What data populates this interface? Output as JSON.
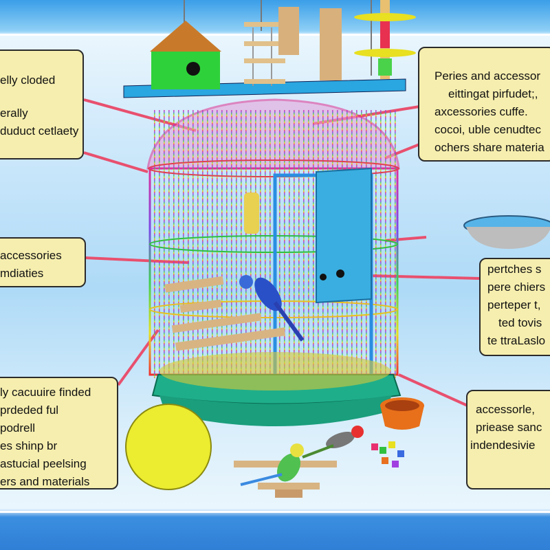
{
  "callouts": {
    "top_left": [
      "elly cloded",
      "",
      "erally",
      "duduct cetlaety ·"
    ],
    "top_right": [
      "Peries and accessor",
      "eittingat pirfudet;,",
      "axcessories cuffe.",
      "cocoi, uble cenudtec",
      "ochers share materia"
    ],
    "mid_left": [
      "accessories",
      "mdiaties"
    ],
    "mid_right": [
      "pertches  s",
      "pere chiers",
      "perteper  t,",
      "ted  tovis",
      "te ttraLaslo"
    ],
    "bottom_left": [
      "ly cacuuire finded",
      "prdeded ful",
      "podrell",
      "es shinp br",
      "astucial peelsing",
      "ers and materials"
    ],
    "bottom_right": [
      "accessorle,",
      "priease sanc",
      "indendesivie"
    ]
  },
  "colors": {
    "callout_bg": "#f6eeae",
    "leader": "#e8506e",
    "cage_base": "#1fae8a",
    "sky": "#aedaf7"
  }
}
